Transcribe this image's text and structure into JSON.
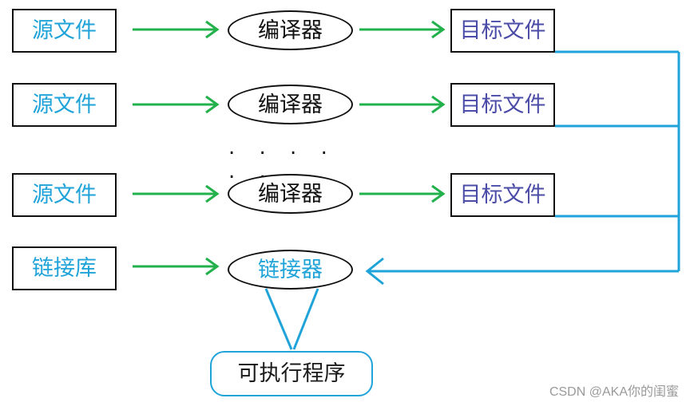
{
  "rows": [
    {
      "source": "源文件",
      "compiler": "编译器",
      "object": "目标文件"
    },
    {
      "source": "源文件",
      "compiler": "编译器",
      "object": "目标文件"
    },
    {
      "source": "源文件",
      "compiler": "编译器",
      "object": "目标文件"
    }
  ],
  "ellipsis": ". . . . . . .",
  "library": "链接库",
  "linker": "链接器",
  "executable": "可执行程序",
  "watermark": "CSDN @AKA你的闺蜜",
  "colors": {
    "green_arrow": "#22b14c",
    "blue_line": "#1fa3d8",
    "object_text": "#4b4ba8"
  }
}
